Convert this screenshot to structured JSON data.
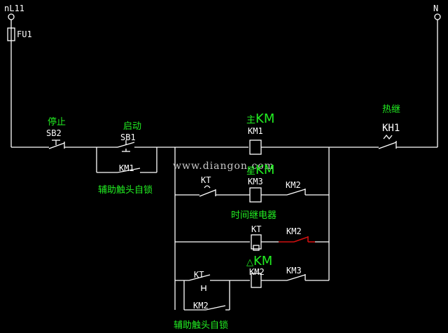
{
  "terminals": {
    "left": "nL11",
    "right": "N"
  },
  "fuse": "FU1",
  "stop": {
    "name": "停止",
    "tag": "SB2"
  },
  "start": {
    "name": "启动",
    "tag": "SB1"
  },
  "main_km": {
    "prefix": "主",
    "big": "KM",
    "tag": "KM1"
  },
  "thermal": {
    "name": "热继",
    "tag": "KH1"
  },
  "aux_contact_km1": "KM1",
  "self_lock_label_1": "辅助触头自锁",
  "star_km": {
    "prefix": "星",
    "big": "KM",
    "tag": "KM3"
  },
  "watermark": "www.diangon.com",
  "row2": {
    "timer_contact": "KT",
    "interlock": "KM2"
  },
  "timer_relay_label": "时间继电器",
  "row3": {
    "timer_coil": "KT",
    "interlock": "KM2"
  },
  "delta_km": {
    "prefix": "△",
    "big": "KM",
    "tag": "KM2"
  },
  "row4": {
    "timer_contact": "KT",
    "interlock": "KM3"
  },
  "aux_contact_km2": "KM2",
  "self_lock_label_2": "辅助触头自锁"
}
